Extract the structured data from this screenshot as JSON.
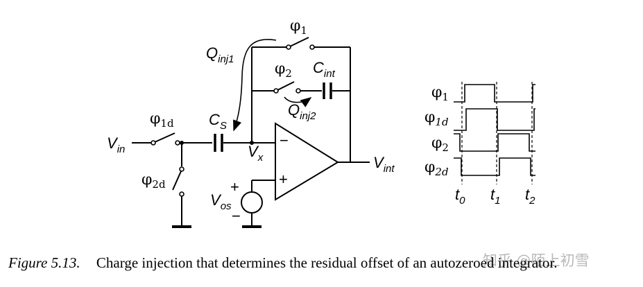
{
  "diagram": {
    "labels": {
      "vin": {
        "main": "V",
        "sub": "in"
      },
      "vint": {
        "main": "V",
        "sub": "int"
      },
      "vx": {
        "main": "V",
        "sub": "x"
      },
      "vos": {
        "main": "V",
        "sub": "os"
      },
      "cs": {
        "main": "C",
        "sub": "S"
      },
      "cint": {
        "main": "C",
        "sub": "int"
      },
      "qinj1": {
        "main": "Q",
        "sub": "inj1"
      },
      "qinj2": {
        "main": "Q",
        "sub": "inj2"
      },
      "phi1": {
        "main": "φ",
        "sub": "1"
      },
      "phi2": {
        "main": "φ",
        "sub": "2"
      },
      "phi1d": {
        "main": "φ",
        "sub": "1d"
      },
      "phi2d": {
        "main": "φ",
        "sub": "2d"
      },
      "opamp_minus": "−",
      "opamp_plus": "+",
      "vos_plus": "+",
      "vos_minus": "−"
    },
    "timing": {
      "signals": [
        {
          "main": "φ",
          "sub": "1"
        },
        {
          "main": "φ",
          "sub": "1d"
        },
        {
          "main": "φ",
          "sub": "2"
        },
        {
          "main": "φ",
          "sub": "2d"
        }
      ],
      "times": [
        {
          "main": "t",
          "sub": "0"
        },
        {
          "main": "t",
          "sub": "1"
        },
        {
          "main": "t",
          "sub": "2"
        }
      ]
    }
  },
  "caption": {
    "label": "Figure 5.13.",
    "text": "Charge injection that determines the residual offset of an autozeroed integrator."
  },
  "watermark": "知乎 @陌上初雪"
}
